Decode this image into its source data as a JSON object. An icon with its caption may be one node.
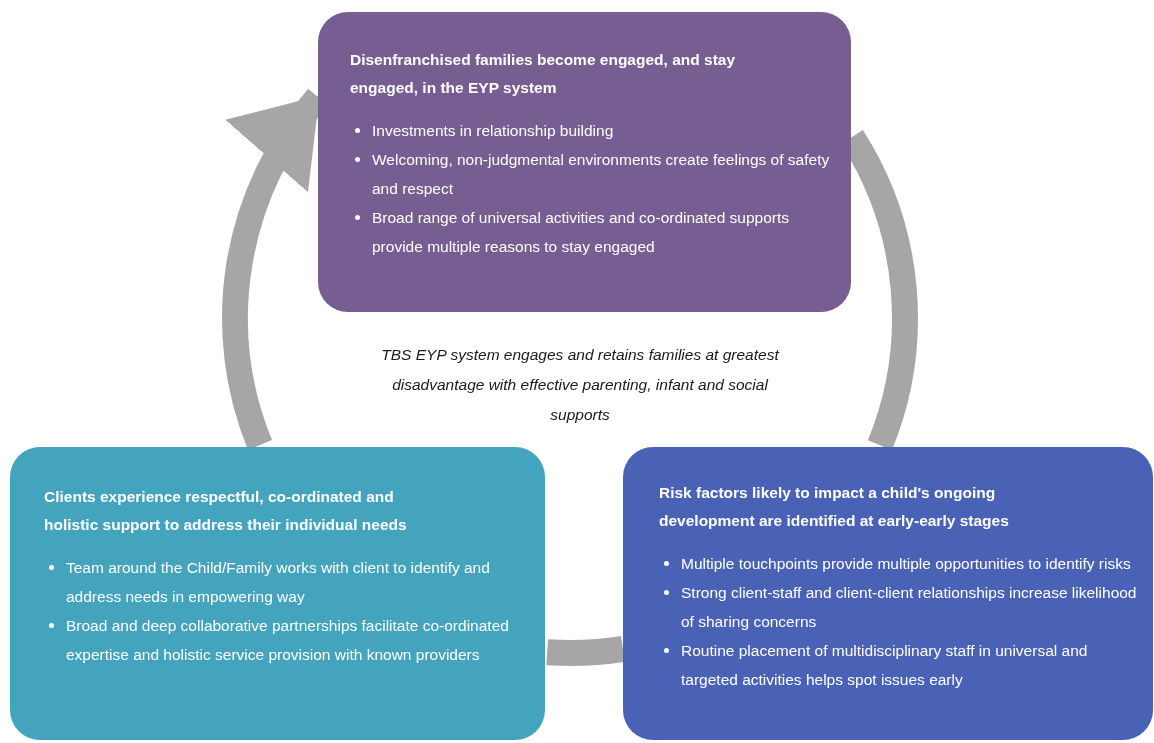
{
  "diagram": {
    "nodes": [
      {
        "text": [
          "Disenfranchised families become engaged, and stay engaged, in the EYP system",
          "Investments in relationship building",
          "Welcoming, non-judgmental environments create feelings of safety and respect",
          "Broad range of universal activities and co-ordinated supports provide multiple reasons to stay engaged"
        ]
      },
      {
        "text": [
          "Risk factors likely to impact a child's ongoing development are identified at early-early stages",
          "Multiple touchpoints provide multiple opportunities to identify risks",
          "Strong client-staff and client-client relationships increase likelihood of sharing concerns",
          "Routine placement of multidisciplinary staff in universal and targeted activities helps spot issues early"
        ]
      },
      {
        "text": [
          "Clients experience respectful, co-ordinated and holistic support to address their individual needs",
          "Team around the Child/Family works with client to identify and address needs in empowering way",
          "Broad and deep collaborative partnerships facilitate co-ordinated expertise and holistic service provision with known providers"
        ]
      }
    ],
    "edges": [
      {
        "from": 0,
        "to": 1,
        "arrow": "none"
      },
      {
        "from": 1,
        "to": 2,
        "arrow": "none"
      },
      {
        "from": 2,
        "to": 0,
        "arrow": "to"
      }
    ],
    "labels": [
      "TBS EYP system engages and retains families at greatest disadvantage with effective parenting, infant and social supports"
    ]
  }
}
